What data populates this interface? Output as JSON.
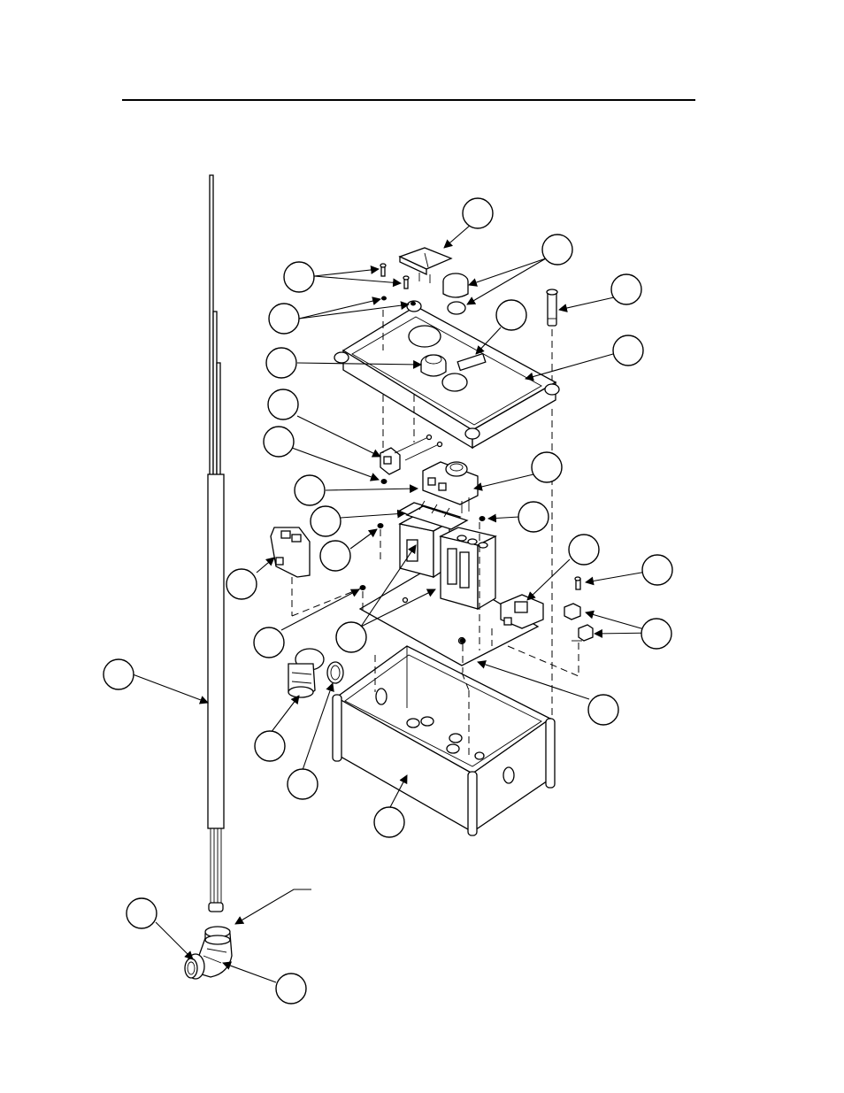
{
  "header": {
    "rule": true
  },
  "diagram": {
    "kind": "exploded-parts-view",
    "callouts": [
      {
        "id": "c01"
      },
      {
        "id": "c02"
      },
      {
        "id": "c03"
      },
      {
        "id": "c04"
      },
      {
        "id": "c05"
      },
      {
        "id": "c06"
      },
      {
        "id": "c07"
      },
      {
        "id": "c08"
      },
      {
        "id": "c09"
      },
      {
        "id": "c10"
      },
      {
        "id": "c11"
      },
      {
        "id": "c12"
      },
      {
        "id": "c13"
      },
      {
        "id": "c14"
      },
      {
        "id": "c15"
      },
      {
        "id": "c16"
      },
      {
        "id": "c17"
      },
      {
        "id": "c18"
      },
      {
        "id": "c19"
      },
      {
        "id": "c20"
      },
      {
        "id": "c21"
      },
      {
        "id": "c22"
      },
      {
        "id": "c23"
      },
      {
        "id": "c24"
      },
      {
        "id": "c25"
      },
      {
        "id": "c26"
      },
      {
        "id": "c27"
      },
      {
        "id": "c28"
      }
    ]
  }
}
